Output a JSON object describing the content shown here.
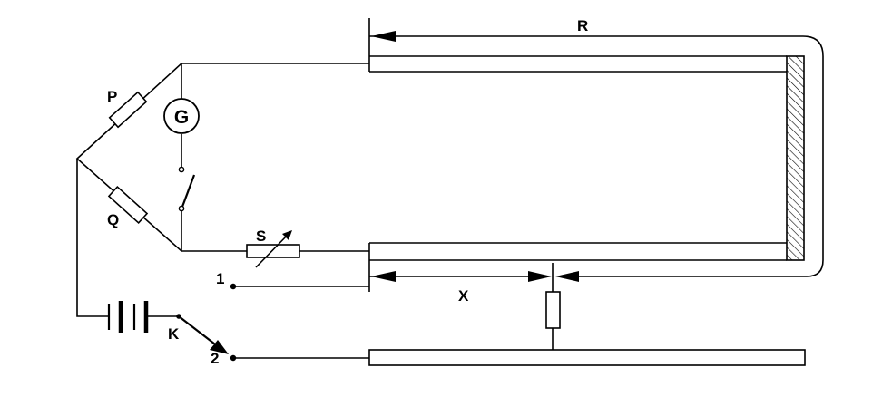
{
  "labels": {
    "R": "R",
    "P": "P",
    "Q": "Q",
    "G": "G",
    "S": "S",
    "X": "X",
    "K": "K",
    "terminal_1": "1",
    "terminal_2": "2"
  }
}
